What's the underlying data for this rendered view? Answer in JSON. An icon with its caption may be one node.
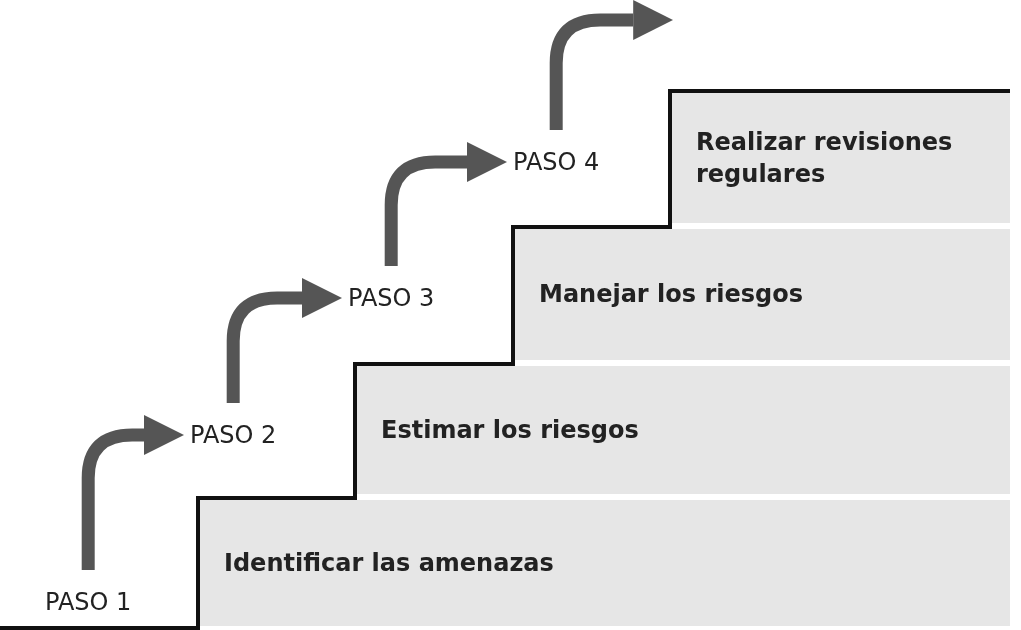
{
  "diagram": {
    "nodes": [
      {
        "text": [
          "PASO 1"
        ]
      },
      {
        "text": [
          "Identificar las amenazas"
        ]
      },
      {
        "text": [
          "PASO 2"
        ]
      },
      {
        "text": [
          "Estimar los riesgos"
        ]
      },
      {
        "text": [
          "PASO 3"
        ]
      },
      {
        "text": [
          "Manejar los riesgos"
        ]
      },
      {
        "text": [
          "PASO 4"
        ]
      },
      {
        "text": [
          "Realizar revisiones regulares"
        ]
      }
    ],
    "edges": [
      {
        "from": 0,
        "to": 2,
        "arrow": "to"
      },
      {
        "from": 2,
        "to": 4,
        "arrow": "to"
      },
      {
        "from": 4,
        "to": 6,
        "arrow": "to"
      },
      {
        "from": 6,
        "to": null,
        "arrow": "to"
      }
    ]
  }
}
